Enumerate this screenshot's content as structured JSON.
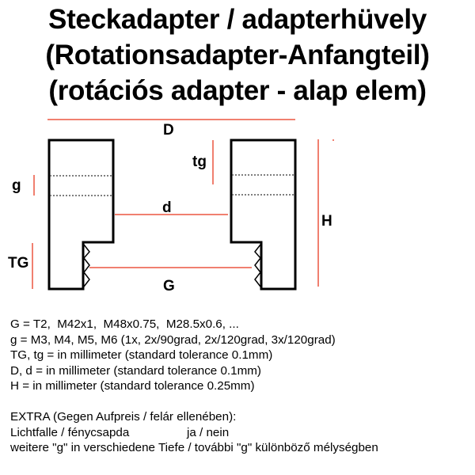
{
  "title_lines": [
    "Steckadapter / adapterhüvely",
    "(Rotationsadapter-Anfangteil)",
    "(rotációs adapter - alap elem)"
  ],
  "diagram": {
    "labels": {
      "D": "D",
      "d": "d",
      "g": "g",
      "tg": "tg",
      "TG": "TG",
      "G": "G",
      "H": "H"
    },
    "colors": {
      "outline": "#000000",
      "dimension": "#f08070"
    }
  },
  "specs": [
    "G = T2,  M42x1,  M48x0.75,  M28.5x0.6, ...",
    "g = M3, M4, M5, M6 (1x, 2x/90grad, 2x/120grad, 3x/120grad)",
    "TG, tg = in millimeter (standard tolerance 0.1mm)",
    "D, d = in millimeter (standard tolerance 0.1mm)",
    "H = in millimeter (standard tolerance 0.25mm)"
  ],
  "extra": {
    "heading": "EXTRA (Gegen Aufpreis / felár ellenében):",
    "light_trap": "Lichtfalle / fénycsapda",
    "light_trap_options": "ja / nein",
    "more_g": "weitere \"g\" in verschiedene Tiefe / további \"g\" különböző mélységben"
  }
}
